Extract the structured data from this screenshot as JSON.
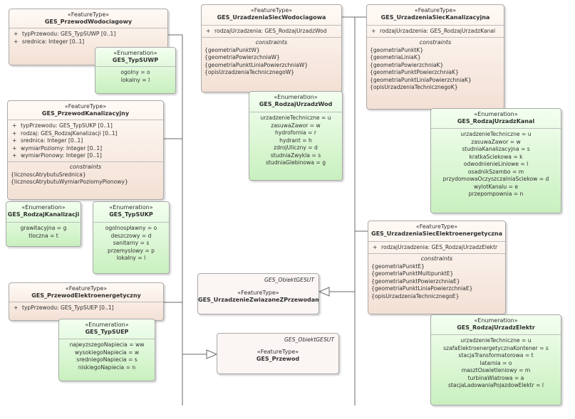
{
  "stereotype": "«FeatureType»",
  "enum_stereotype": "«Enumeration»",
  "constraints_title": "constraints",
  "classes": {
    "przewod_wodociagowy": {
      "name": "GES_PrzewodWodociagowy",
      "attributes": [
        {
          "prefix": "+",
          "text": "typPrzewodu: GES_TypSUWP [0..1]"
        },
        {
          "prefix": "+",
          "text": "srednica: Integer [0..1]"
        }
      ]
    },
    "typ_suwp": {
      "name": "GES_TypSUWP",
      "literals": [
        "ogolny = o",
        "lokalny = l"
      ]
    },
    "przewod_kanalizacyjny": {
      "name": "GES_PrzewodKanalizacyjny",
      "attributes": [
        {
          "prefix": "+",
          "text": "typPrzewodu: GES_TypSUKP [0..1]"
        },
        {
          "prefix": "+",
          "text": "rodzaj: GES_RodzajKanalizacji [0..1]"
        },
        {
          "prefix": "+",
          "text": "srednica: Integer [0..1]"
        },
        {
          "prefix": "+",
          "text": "wymiarPoziomy: Integer [0..1]"
        },
        {
          "prefix": "+",
          "text": "wymiarPionowy: Integer [0..1]"
        }
      ],
      "constraints": [
        "{licznoscAtrybutuSrednica}",
        "{licznoscAtrybutuWymiarPoziomyPionowy}"
      ]
    },
    "rodzaj_kanalizacji": {
      "name": "GES_RodzajKanalizacji",
      "literals": [
        "grawitacyjna = g",
        "tloczna = t"
      ]
    },
    "typ_sukp": {
      "name": "GES_TypSUKP",
      "literals": [
        "ogolnospławny = o",
        "deszczowy = d",
        "sanitarny = s",
        "przemyslowy = p",
        "lokalny = l"
      ]
    },
    "przewod_elektro": {
      "name": "GES_PrzewodElektroenergetyczny",
      "attributes": [
        {
          "prefix": "+",
          "text": "typPrzewodu: GES_TypSUEP [0..1]"
        }
      ]
    },
    "typ_suep": {
      "name": "GES_TypSUEP",
      "literals": [
        "najwyzszegoNapiecia = ww",
        "wysokiegoNapiecia = w",
        "sredniegoNapiecia = s",
        "niskiegoNapiecia = n"
      ]
    },
    "siec_wodociagowa": {
      "name": "GES_UrzadzeniaSiecWodociagowa",
      "attributes": [
        {
          "prefix": "+",
          "text": "rodzajUrzadzenia: GES_RodzajUrzadzWod"
        }
      ],
      "constraints": [
        "{geometriaPunktW}",
        "{geometriaPowierzchniaW}",
        "{geometriaPunktLiniaPowierzchniaW}",
        "{opisUrzadzeniaTechnicznegoW}"
      ]
    },
    "rodzaj_wod": {
      "name": "GES_RodzajUrzadzWod",
      "literals": [
        "urzadzenieTechniczne = u",
        "zasuwaZawor = w",
        "hydrofornia = r",
        "hydrant = h",
        "zdrojUliczny = d",
        "studniaZwykla = s",
        "studniaGlebinowa = g"
      ]
    },
    "siec_kanalizacyjna": {
      "name": "GES_UrzadzeniaSiecKanalizacyjna",
      "attributes": [
        {
          "prefix": "+",
          "text": "rodzajUrzadzenia: GES_RodzajUrzadzKanal"
        }
      ],
      "constraints": [
        "{geometriaPunktK}",
        "{geometriaLiniaK}",
        "{geometriaPowierzchniaK}",
        "{geometriaPunktPowierzchniaK}",
        "{geometriaPunktLiniaPowierzchniaK}",
        "{opisUrzadzeniaTechnicznegoK}"
      ]
    },
    "rodzaj_kanal": {
      "name": "GES_RodzajUrzadzKanal",
      "literals": [
        "urzadzenieTechniczne = u",
        "zasuwaZawor = w",
        "studniaKanalizacyjna = s",
        "kratkaSciekowa = k",
        "odwodnienieLiniowe = l",
        "osadnikSzambo = m",
        "przydomowaOczyszczalniaSciekow = d",
        "wylotKanalu = e",
        "przepompownia = n"
      ]
    },
    "siec_elektro": {
      "name": "GES_UrzadzeniaSiecElektroenergetyczna",
      "attributes": [
        {
          "prefix": "+",
          "text": "rodzajUrzadzenia: GES_RodzajUrzadzElektr"
        }
      ],
      "constraints": [
        "{geometriaPunktE}",
        "{geometriaPunktMultipunktE}",
        "{geometriaPunktPowierzchniaE}",
        "{geometriaPunktLiniaPowierzchniaE}",
        "{opisUrzadzeniaTechnicznegoE}"
      ]
    },
    "rodzaj_elektr": {
      "name": "GES_RodzajUrzadzElektr",
      "literals": [
        "urzadzenieTechniczne = u",
        "szafaElektroenergetycznaKontener = s",
        "stacjaTransformatorowa = t",
        "latarnia = o",
        "masztOswietleniowy = m",
        "turbinaWiatrowa = a",
        "stacjaLadowaniaPojazdowElektr = l"
      ]
    },
    "urzadzenie_zwiazane": {
      "name": "GES_UrzadzenieZwiazaneZPrzewodami",
      "parent": "GES_ObiektGESUT"
    },
    "przewod": {
      "name": "GES_Przewod",
      "parent": "GES_ObiektGESUT"
    }
  }
}
